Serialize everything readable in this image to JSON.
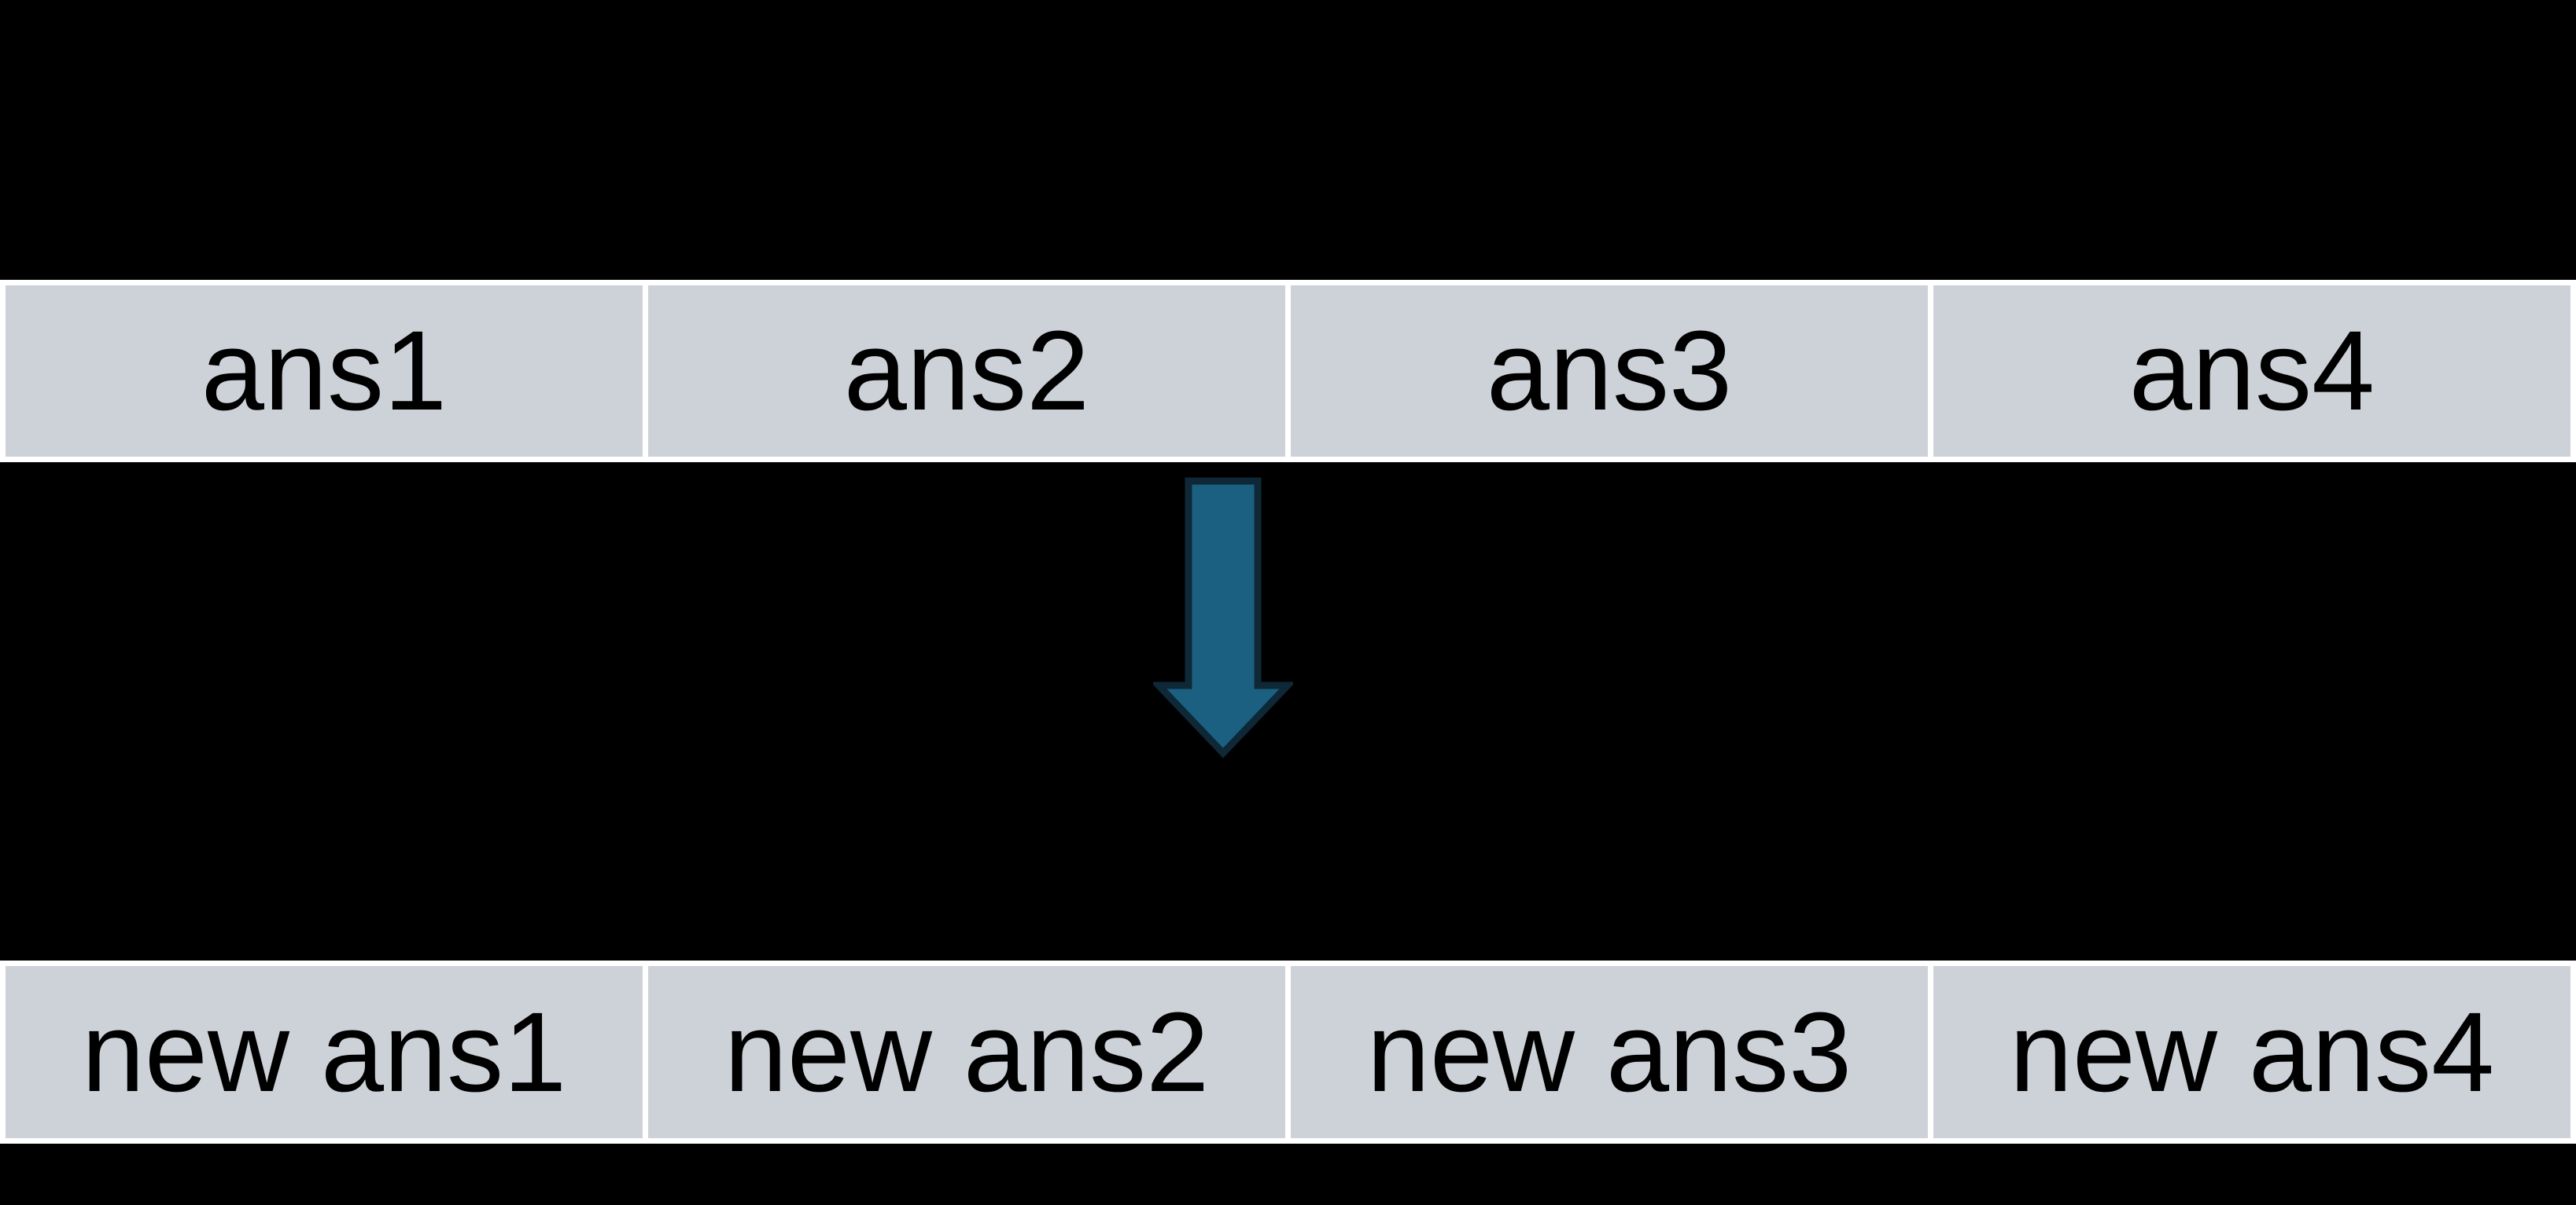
{
  "top_table": {
    "cells": [
      "ans1",
      "ans2",
      "ans3",
      "ans4"
    ]
  },
  "bottom_table": {
    "cells": [
      "new ans1",
      "new ans2",
      "new ans3",
      "new ans4"
    ]
  },
  "arrow": {
    "description": "down-arrow",
    "fill": "#1c6081",
    "outline": "#0e2837"
  },
  "colors": {
    "background": "#000000",
    "cell_fill": "#cdd2d9",
    "cell_border": "#ffffff",
    "text": "#000000"
  }
}
